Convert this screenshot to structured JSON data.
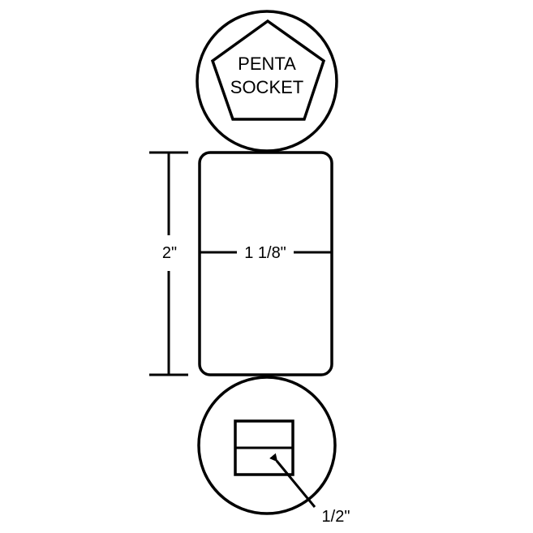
{
  "socket_label": {
    "line1": "PENTA",
    "line2": "SOCKET"
  },
  "dimensions": {
    "height": "2\"",
    "width": "1 1/8\"",
    "drive": "1/2\""
  },
  "colors": {
    "stroke": "#000000",
    "background": "#ffffff"
  }
}
